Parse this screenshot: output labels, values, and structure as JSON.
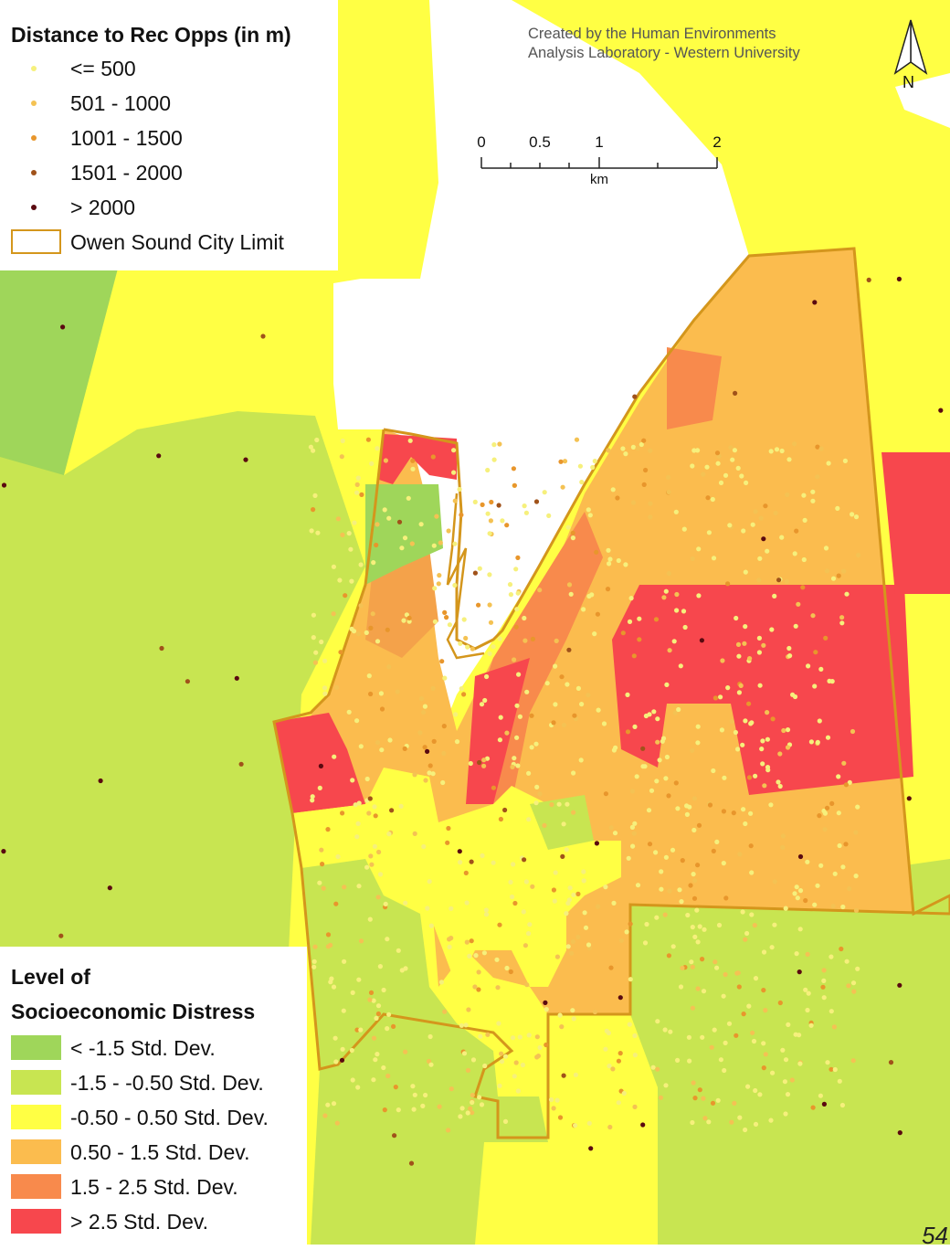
{
  "legend_rec": {
    "title": "Distance to Rec Opps (in m)",
    "items": [
      {
        "label": "<= 500",
        "color": "#f6f07c"
      },
      {
        "label": "501 - 1000",
        "color": "#f4c253"
      },
      {
        "label": "1001 - 1500",
        "color": "#e8962c"
      },
      {
        "label": "1501 - 2000",
        "color": "#a0521a"
      },
      {
        "label": "> 2000",
        "color": "#5a0a10"
      }
    ],
    "boundary_label": "Owen Sound City Limit",
    "boundary_color": "#d4961c"
  },
  "legend_distress": {
    "title_line1": "Level of",
    "title_line2": "Socioeconomic Distress",
    "items": [
      {
        "label": "< -1.5 Std. Dev.",
        "color": "#9fd65a"
      },
      {
        "label": "-1.5 - -0.50 Std. Dev.",
        "color": "#c8e551"
      },
      {
        "label": "-0.50 - 0.50 Std. Dev.",
        "color": "#ffff44"
      },
      {
        "label": "0.50 - 1.5 Std. Dev.",
        "color": "#fbbc4e"
      },
      {
        "label": "1.5 - 2.5 Std. Dev.",
        "color": "#f88a4c"
      },
      {
        "label": "> 2.5 Std. Dev.",
        "color": "#f7474d"
      }
    ]
  },
  "credits": {
    "line1": "Created by the Human Environments",
    "line2": "Analysis Laboratory - Western University"
  },
  "north": {
    "label": "N"
  },
  "scalebar": {
    "ticks": [
      "0",
      "0.5",
      "1",
      "2"
    ],
    "unit": "km"
  },
  "page_number": "54"
}
